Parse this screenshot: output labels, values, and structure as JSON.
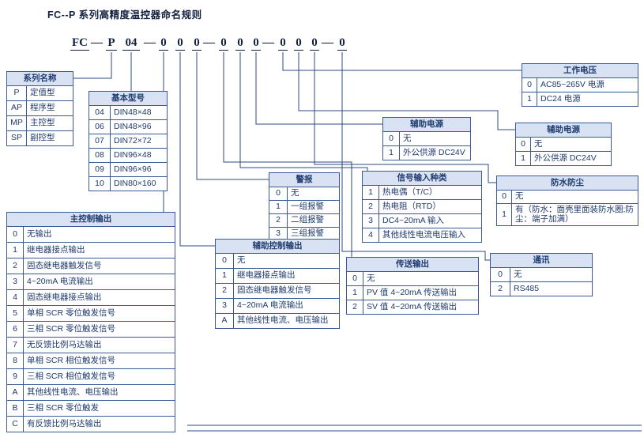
{
  "title": "FC--P 系列高精度温控器命名规则",
  "code": {
    "parts": [
      "FC",
      "—",
      "P",
      "04",
      "—",
      "0",
      "0",
      "0",
      "—",
      "0",
      "0",
      "0",
      "—",
      "0",
      "0",
      "0",
      "—",
      "0"
    ]
  },
  "tables": {
    "series": {
      "title": "系列名称",
      "rows": [
        [
          "P",
          "定值型"
        ],
        [
          "AP",
          "程序型"
        ],
        [
          "MP",
          "主控型"
        ],
        [
          "SP",
          "副控型"
        ]
      ]
    },
    "basic_model": {
      "title": "基本型号",
      "rows": [
        [
          "04",
          "DIN48×48"
        ],
        [
          "06",
          "DIN48×96"
        ],
        [
          "07",
          "DIN72×72"
        ],
        [
          "08",
          "DIN96×48"
        ],
        [
          "09",
          "DIN96×96"
        ],
        [
          "10",
          "DIN80×160"
        ]
      ]
    },
    "main_output": {
      "title": "主控制输出",
      "rows": [
        [
          "0",
          "无输出"
        ],
        [
          "1",
          "继电器接点输出"
        ],
        [
          "2",
          "固态继电器触发信号"
        ],
        [
          "3",
          "4~20mA 电流输出"
        ],
        [
          "4",
          "固态继电器接点输出"
        ],
        [
          "5",
          "单相 SCR 零位触发信号"
        ],
        [
          "6",
          "三相 SCR 零位触发信号"
        ],
        [
          "7",
          "无反馈比例马达输出"
        ],
        [
          "8",
          "单相 SCR 相位触发信号"
        ],
        [
          "9",
          "三相 SCR 相位触发信号"
        ],
        [
          "A",
          "其他线性电流、电压输出"
        ],
        [
          "B",
          "三相 SCR 零位触发"
        ],
        [
          "C",
          "有反馈比例马达输出"
        ]
      ]
    },
    "alarm": {
      "title": "警报",
      "rows": [
        [
          "0",
          "无"
        ],
        [
          "1",
          "一组报警"
        ],
        [
          "2",
          "二组报警"
        ],
        [
          "3",
          "三组报警"
        ]
      ]
    },
    "aux_output": {
      "title": "辅助控制输出",
      "rows": [
        [
          "0",
          "无"
        ],
        [
          "1",
          "继电器接点输出"
        ],
        [
          "2",
          "固态继电器触发信号"
        ],
        [
          "3",
          "4~20mA 电流输出"
        ],
        [
          "A",
          "其他线性电流、电压输出"
        ]
      ]
    },
    "aux_power_mid": {
      "title": "辅助电源",
      "rows": [
        [
          "0",
          "无"
        ],
        [
          "1",
          "外公供源 DC24V"
        ]
      ]
    },
    "signal_input": {
      "title": "信号输入种类",
      "rows": [
        [
          "1",
          "热电偶（T/C）"
        ],
        [
          "2",
          "热电阻（RTD）"
        ],
        [
          "3",
          "DC4~20mA 输入"
        ],
        [
          "4",
          "其他线性电流电压输入"
        ]
      ]
    },
    "transmit": {
      "title": "传送输出",
      "rows": [
        [
          "0",
          "无"
        ],
        [
          "1",
          "PV 值 4~20mA 传送输出"
        ],
        [
          "2",
          "SV 值 4~20mA 传送输出"
        ]
      ]
    },
    "voltage": {
      "title": "工作电压",
      "rows": [
        [
          "0",
          "AC85~265V 电源"
        ],
        [
          "1",
          "DC24 电源"
        ]
      ]
    },
    "aux_power_right": {
      "title": "辅助电源",
      "rows": [
        [
          "0",
          "无"
        ],
        [
          "1",
          "外公供源 DC24V"
        ]
      ]
    },
    "waterproof": {
      "title": "防水防尘",
      "rows": [
        [
          "0",
          "无"
        ],
        [
          "1",
          "有（防水：面壳里面装防水圈;防尘：端子加满）"
        ]
      ]
    },
    "comm": {
      "title": "通讯",
      "rows": [
        [
          "0",
          "无"
        ],
        [
          "2",
          "RS485"
        ]
      ]
    }
  },
  "colors": {
    "table_header_bg": "#d9e2f3",
    "table_border": "#3c5a94",
    "ink": "#1f3a6e"
  }
}
